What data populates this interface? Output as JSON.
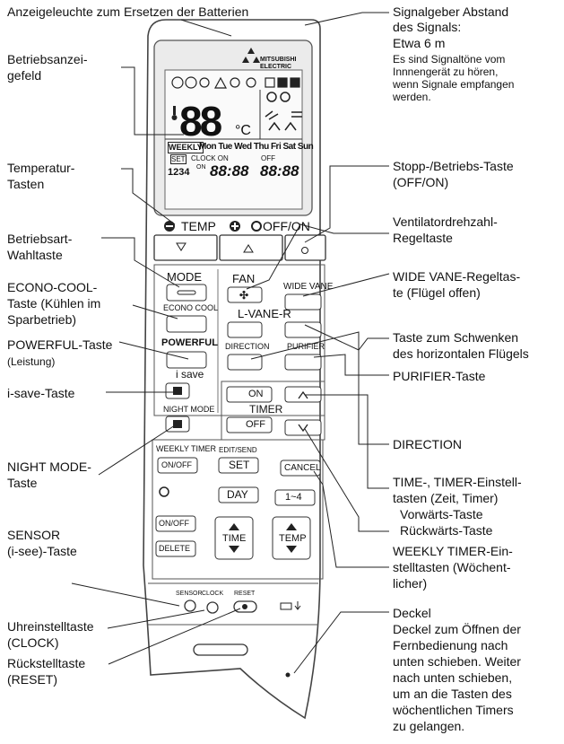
{
  "labels": {
    "anzeigeleuchte": "Anzeigeleuchte zum Ersetzen der Batterien",
    "signalgeber_1": "Signalgeber Abstand",
    "signalgeber_2": "des Signals:",
    "signalgeber_3": "Etwa 6 m",
    "signalgeber_4": "Es sind Signaltöne vom",
    "signalgeber_5": "Innnengerät zu hören,",
    "signalgeber_6": "wenn Signale empfangen",
    "signalgeber_7": "werden.",
    "betriebsanzeige_1": "Betriebsanzei-",
    "betriebsanzeige_2": "gefeld",
    "temperatur_1": "Temperatur-",
    "temperatur_2": "Tasten",
    "stopp_1": "Stopp-/Betriebs-Taste",
    "stopp_2": "(OFF/ON)",
    "betriebsart_1": "Betriebsart-",
    "betriebsart_2": "Wahltaste",
    "ventilator_1": "Ventilatordrehzahl-",
    "ventilator_2": "Regeltaste",
    "econo_1": "ECONO-COOL-",
    "econo_2": "Taste (Kühlen im",
    "econo_3": "Sparbetrieb)",
    "widevane_1": "WIDE VANE-Regeltas-",
    "widevane_2": "te (Flügel offen)",
    "powerful_1": "POWERFUL-Taste",
    "powerful_2": "(Leistung)",
    "schwenken_1": "Taste zum Schwenken",
    "schwenken_2": "des horizontalen Flügels",
    "isave": "i-save-Taste",
    "purifier": "PURIFIER-Taste",
    "nightmode_1": "NIGHT MODE-",
    "nightmode_2": "Taste",
    "direction": "DIRECTION",
    "timer_1": "TIME-, TIMER-Einstell-",
    "timer_2": "tasten (Zeit, Timer)",
    "timer_3": "Vorwärts-Taste",
    "timer_4": "Rückwärts-Taste",
    "sensor_1": "SENSOR",
    "sensor_2": "(i-see)-Taste",
    "weekly_1": "WEEKLY TIMER-Ein-",
    "weekly_2": "stelltasten (Wöchent-",
    "weekly_3": "licher)",
    "clock_1": "Uhreinstelltaste",
    "clock_2": "(CLOCK)",
    "deckel_1": "Deckel",
    "deckel_2": "Deckel zum Öffnen der",
    "deckel_3": "Fernbedienung nach",
    "deckel_4": "unten schieben. Weiter",
    "deckel_5": "nach unten schieben,",
    "deckel_6": "um an die Tasten des",
    "deckel_7": "wöchentlichen Timers",
    "deckel_8": "zu gelangen.",
    "reset_1": "Rückstelltaste",
    "reset_2": "(RESET)"
  },
  "remote": {
    "brand_1": "MITSUBISHI",
    "brand_2": "ELECTRIC",
    "lcd_temp": "88",
    "lcd_unit": "°C",
    "lcd_weekly": "WEEKLY",
    "lcd_days": "Mon Tue Wed Thu Fri Sat Sun",
    "lcd_set": "SET",
    "lcd_clock": "CLOCK ON",
    "lcd_off": "OFF",
    "lcd_1234": "1234",
    "lcd_on": "ON",
    "lcd_time1": "88:88",
    "lcd_time2": "88:88",
    "temp_label": "TEMP",
    "offon_label": "OFF/ON",
    "mode": "MODE",
    "fan": "FAN",
    "wide_vane": "WIDE VANE",
    "econo_cool": "ECONO COOL",
    "lvane": "L-VANE-R",
    "powerful": "POWERFUL",
    "direction": "DIRECTION",
    "purifier": "PURIFIER",
    "isave": "i save",
    "on": "ON",
    "timer": "TIMER",
    "off": "OFF",
    "night_mode": "NIGHT MODE",
    "weekly_timer": "WEEKLY TIMER",
    "edit_send": "EDIT/SEND",
    "onoff": "ON/OFF",
    "set": "SET",
    "cancel": "CANCEL",
    "day": "DAY",
    "range": "1~4",
    "onoff2": "ON/OFF",
    "delete": "DELETE",
    "time": "TIME",
    "temp": "TEMP",
    "sensor": "SENSOR",
    "clock": "CLOCK",
    "reset": "RESET"
  }
}
